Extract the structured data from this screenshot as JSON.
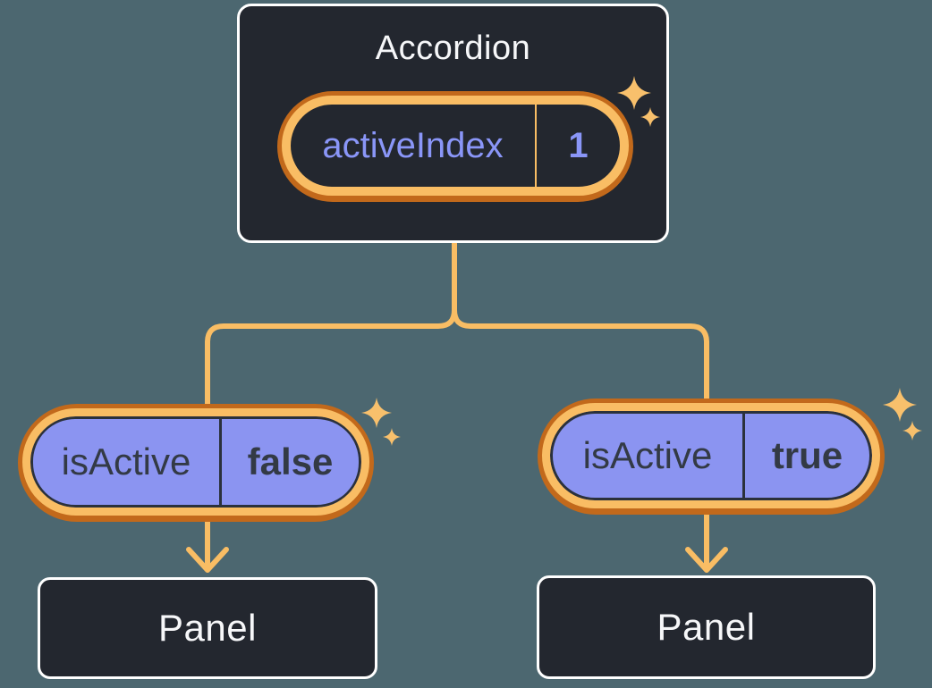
{
  "diagram": {
    "description": "React component tree diagram: Accordion holds activeIndex state, passes isActive props to two Panels"
  },
  "accordion": {
    "title": "Accordion",
    "state_pill": {
      "name": "activeIndex",
      "value": "1"
    }
  },
  "children": [
    {
      "prop_pill": {
        "name": "isActive",
        "value": "false"
      },
      "panel_label": "Panel"
    },
    {
      "prop_pill": {
        "name": "isActive",
        "value": "true"
      },
      "panel_label": "Panel"
    }
  ],
  "colors": {
    "background": "#4C6770",
    "node_bg": "#23272F",
    "node_border": "#FFFFFF",
    "wire_orange": "#F9BD64",
    "ring_orange_light": "#F9BD64",
    "ring_orange_dark": "#C2691B",
    "pill_purple_fill": "#8B94F1",
    "pill_dark_stroke": "#2B313C",
    "state_text_purple": "#8A96F8",
    "prop_text_dark": "#333A45",
    "title_text": "#F6F7F9",
    "sparkle": "#F8C06C"
  },
  "icons": {
    "sparkle": "sparkle-icon (4-point star)"
  }
}
